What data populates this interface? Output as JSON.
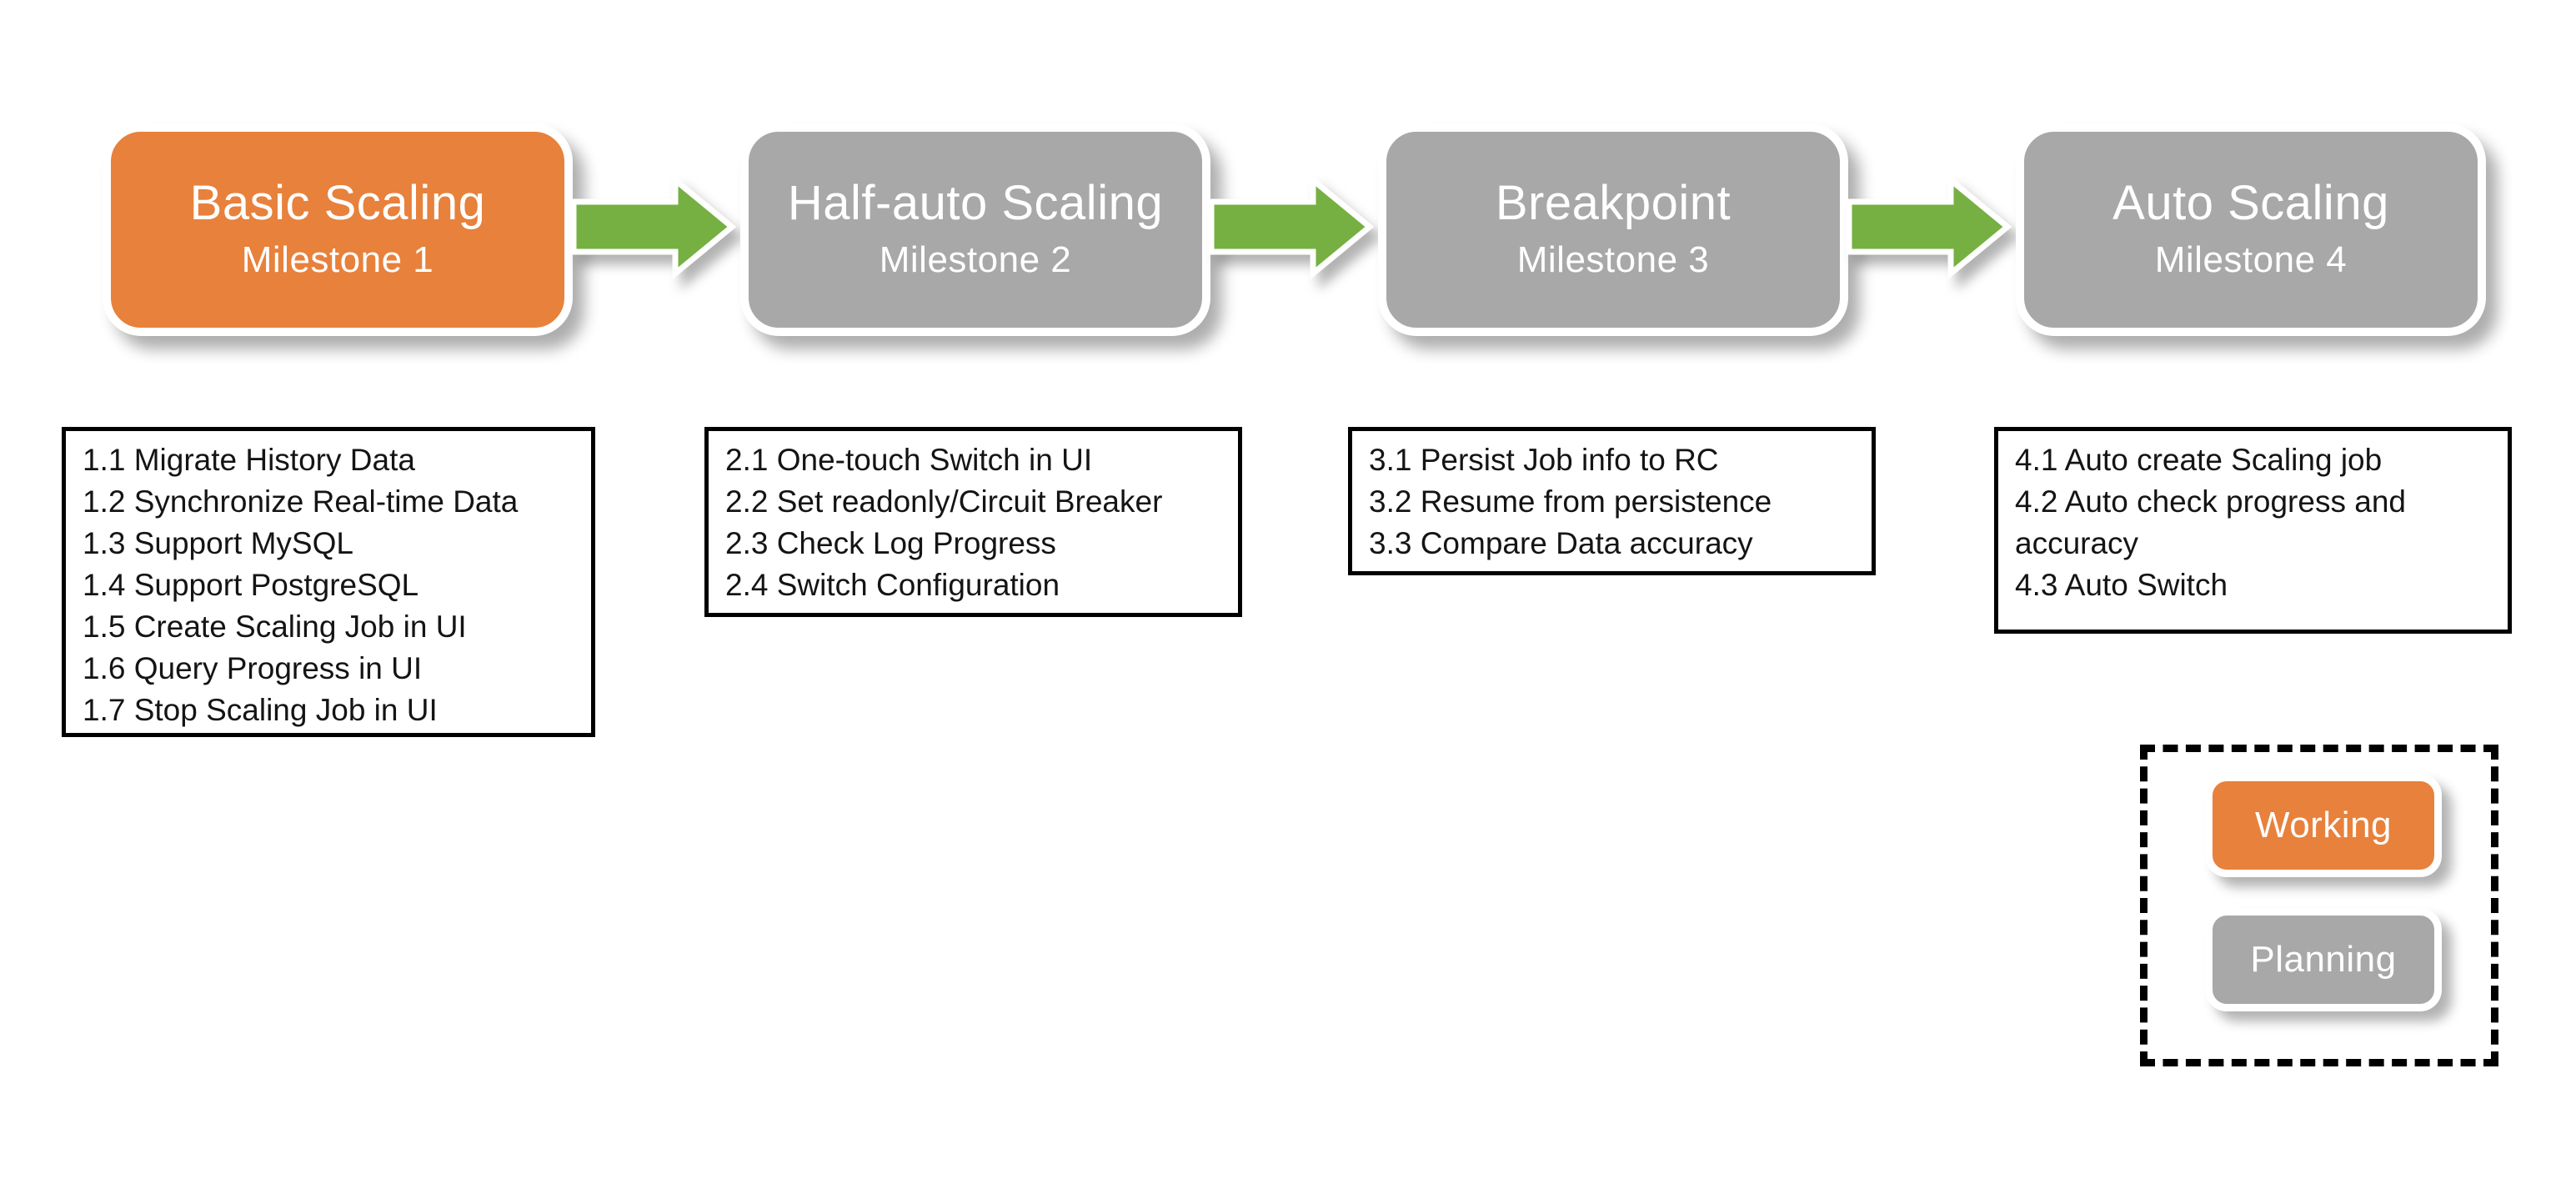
{
  "colors": {
    "working_orange": "#E8813B",
    "planning_gray": "#A8A8A8",
    "arrow_green": "#76B042",
    "box_border_black": "#000000",
    "pill_outline_white": "#ffffff"
  },
  "milestones": [
    {
      "title": "Basic Scaling",
      "subtitle": "Milestone 1",
      "status": "working"
    },
    {
      "title": "Half-auto Scaling",
      "subtitle": "Milestone 2",
      "status": "planning"
    },
    {
      "title": "Breakpoint",
      "subtitle": "Milestone 3",
      "status": "planning"
    },
    {
      "title": "Auto Scaling",
      "subtitle": "Milestone 4",
      "status": "planning"
    }
  ],
  "task_lists": [
    {
      "items": [
        "1.1 Migrate History Data",
        "1.2 Synchronize Real-time Data",
        "1.3 Support MySQL",
        "1.4 Support PostgreSQL",
        "1.5 Create Scaling Job in UI",
        "1.6 Query Progress in UI",
        "1.7 Stop Scaling Job in UI"
      ]
    },
    {
      "items": [
        "2.1 One-touch Switch in UI",
        "2.2 Set readonly/Circuit Breaker",
        "2.3 Check Log Progress",
        "2.4 Switch Configuration"
      ]
    },
    {
      "items": [
        "3.1 Persist Job info to RC",
        "3.2 Resume from persistence",
        "3.3 Compare Data accuracy"
      ]
    },
    {
      "items": [
        "4.1 Auto create Scaling job",
        "4.2 Auto check progress and accuracy",
        "4.3 Auto Switch"
      ]
    }
  ],
  "legend": {
    "working_label": "Working",
    "planning_label": "Planning"
  }
}
